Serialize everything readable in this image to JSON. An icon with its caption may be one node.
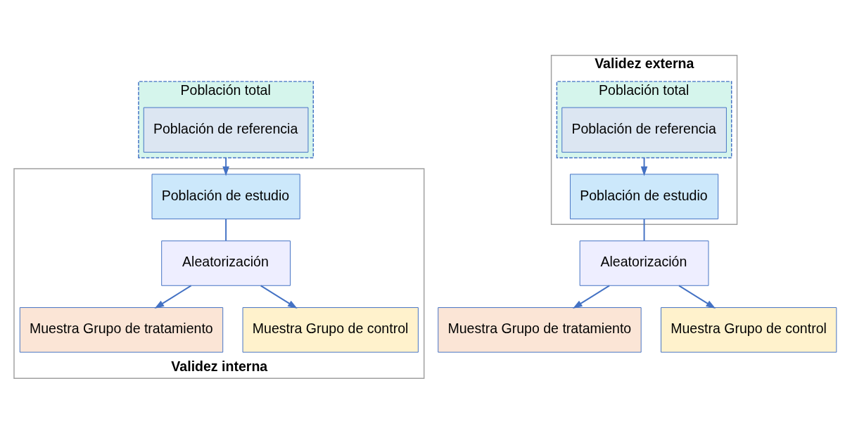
{
  "diagram": {
    "nodes": [
      {
        "text": [
          "Población total"
        ]
      },
      {
        "text": [
          "Población de referencia"
        ],
        "in": 0
      },
      {
        "text": [
          "Validez interna"
        ]
      },
      {
        "text": [
          "Población de estudio"
        ],
        "in": 2
      },
      {
        "text": [
          "Aleatorización"
        ],
        "in": 2
      },
      {
        "text": [
          "Muestra Grupo de tratamiento"
        ],
        "in": 2
      },
      {
        "text": [
          "Muestra Grupo de control"
        ],
        "in": 2
      },
      {
        "text": [
          "Validez externa"
        ]
      },
      {
        "text": [
          "Población total"
        ],
        "in": 7
      },
      {
        "text": [
          "Población de referencia"
        ],
        "in": 8
      },
      {
        "text": [
          "Población de estudio"
        ],
        "in": 7
      },
      {
        "text": [
          "Aleatorización"
        ]
      },
      {
        "text": [
          "Muestra Grupo de tratamiento"
        ]
      },
      {
        "text": [
          "Muestra Grupo de control"
        ]
      }
    ],
    "edges": [
      {
        "from": 0,
        "to": 3,
        "arrow": "to"
      },
      {
        "from": 3,
        "to": 4,
        "arrow": "none"
      },
      {
        "from": 4,
        "to": 5,
        "arrow": "to"
      },
      {
        "from": 4,
        "to": 6,
        "arrow": "to"
      },
      {
        "from": 8,
        "to": 10,
        "arrow": "to"
      },
      {
        "from": 10,
        "to": 11,
        "arrow": "none"
      },
      {
        "from": 11,
        "to": 12,
        "arrow": "to"
      },
      {
        "from": 11,
        "to": 13,
        "arrow": "to"
      }
    ]
  }
}
